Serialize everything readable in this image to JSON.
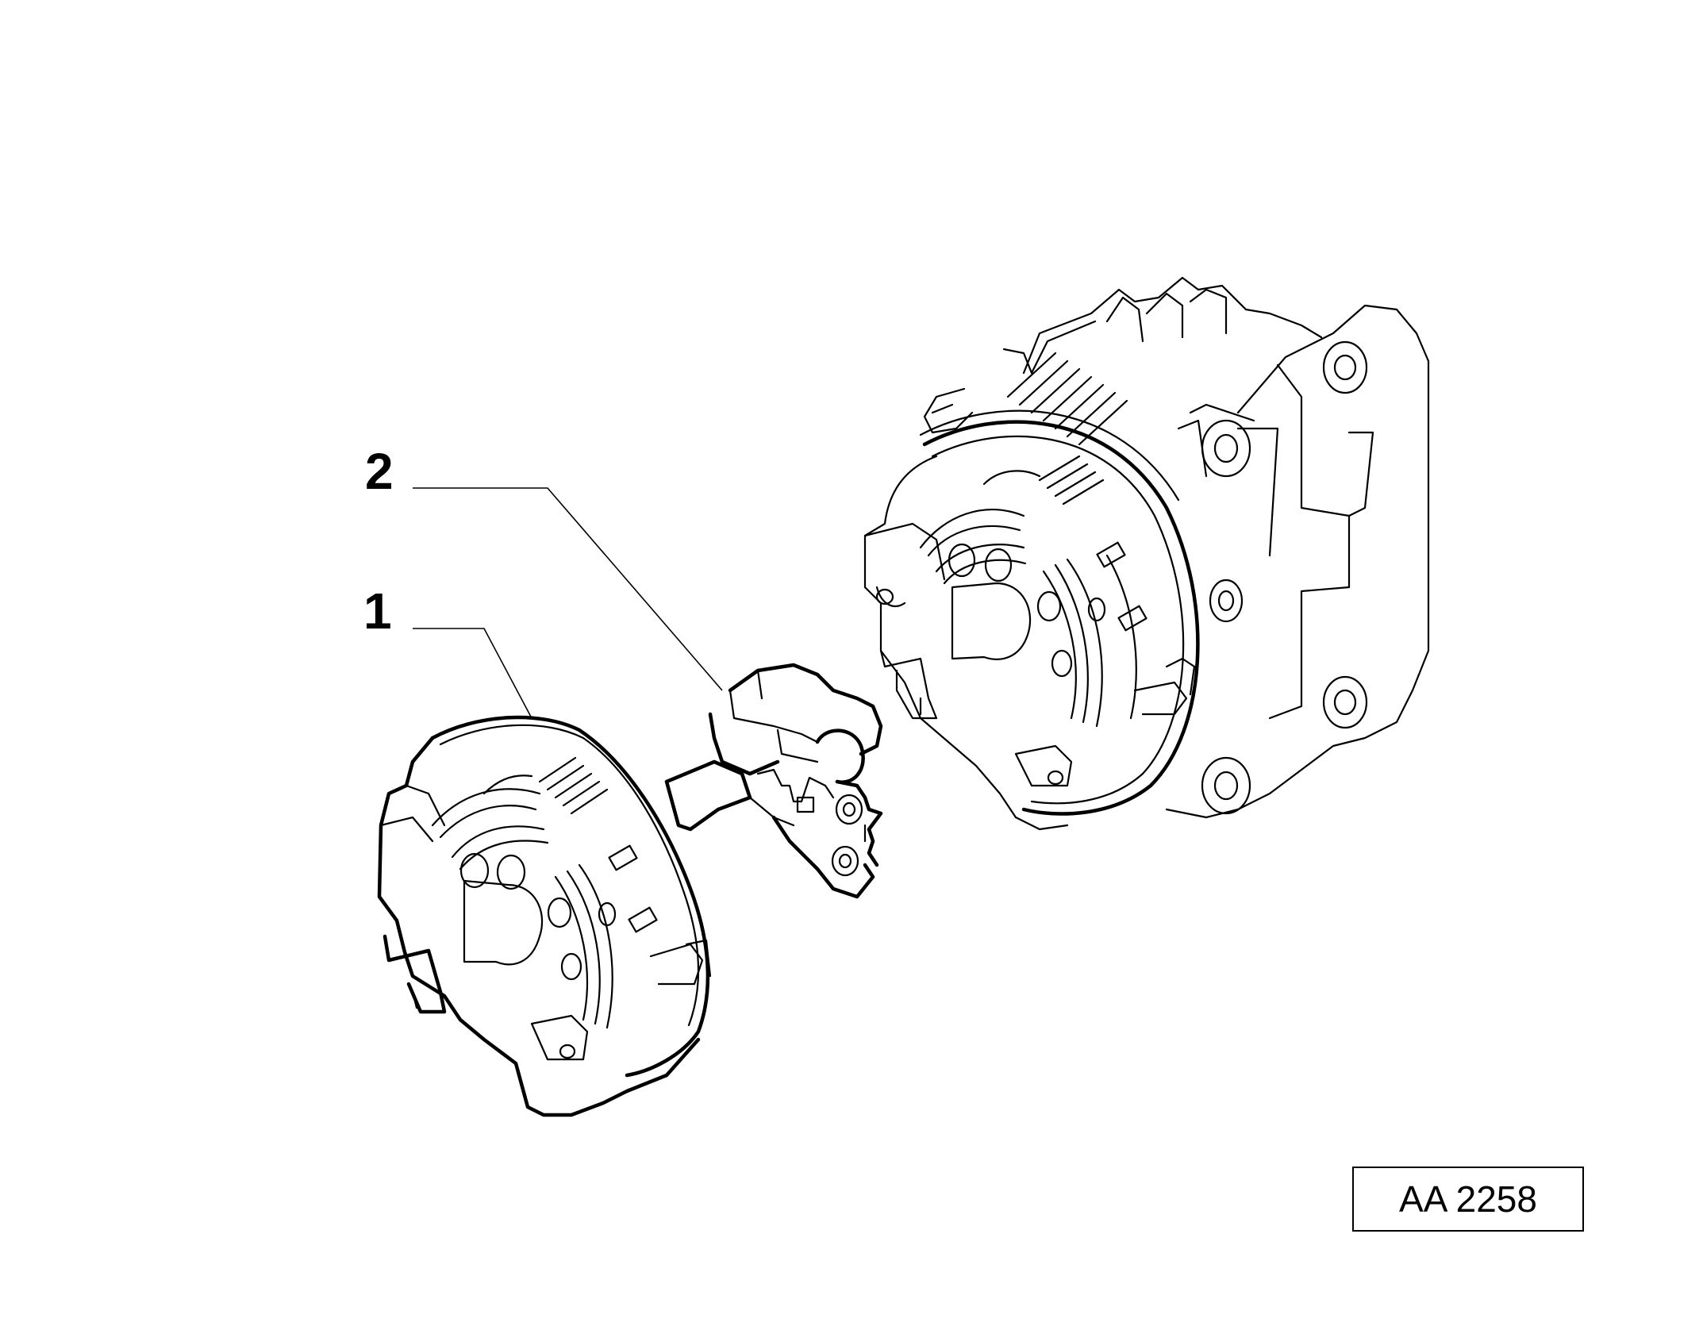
{
  "callouts": [
    {
      "label": "1",
      "part": "rear-cover"
    },
    {
      "label": "2",
      "part": "voltage-regulator"
    }
  ],
  "figure_code": "AA 2258",
  "parts": [
    "alternator",
    "rear-cover",
    "voltage-regulator"
  ],
  "colors": {
    "line": "#000000",
    "background": "#ffffff"
  }
}
